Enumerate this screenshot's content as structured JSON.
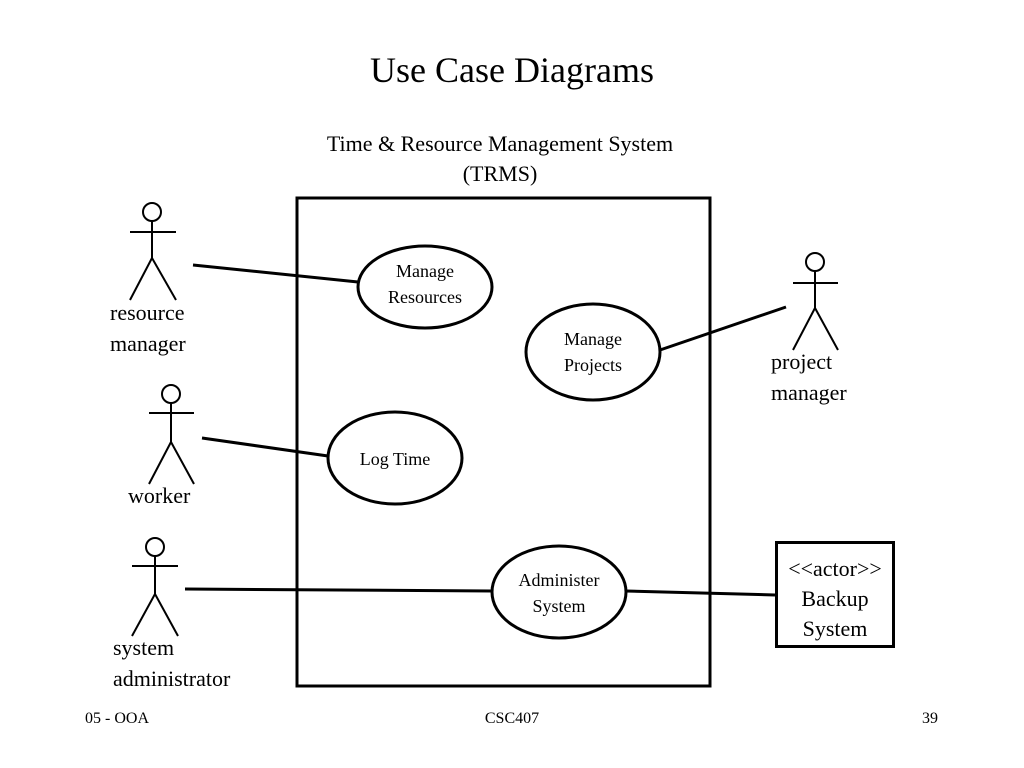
{
  "slide": {
    "title": "Use Case Diagrams",
    "footer_left": "05 - OOA",
    "footer_center": "CSC407",
    "footer_right": "39"
  },
  "system": {
    "title_line1": "Time & Resource Management System",
    "title_line2": "(TRMS)"
  },
  "actors": {
    "resource_manager": {
      "line1": "resource",
      "line2": "manager"
    },
    "worker": {
      "line1": "worker"
    },
    "system_administrator": {
      "line1": "system",
      "line2": "administrator"
    },
    "project_manager": {
      "line1": "project",
      "line2": "manager"
    },
    "backup_system": {
      "stereotype": "<<actor>>",
      "line1": "Backup",
      "line2": "System"
    }
  },
  "use_cases": {
    "manage_resources": {
      "line1": "Manage",
      "line2": "Resources"
    },
    "manage_projects": {
      "line1": "Manage",
      "line2": "Projects"
    },
    "log_time": {
      "line1": "Log Time"
    },
    "administer_system": {
      "line1": "Administer",
      "line2": "System"
    }
  }
}
